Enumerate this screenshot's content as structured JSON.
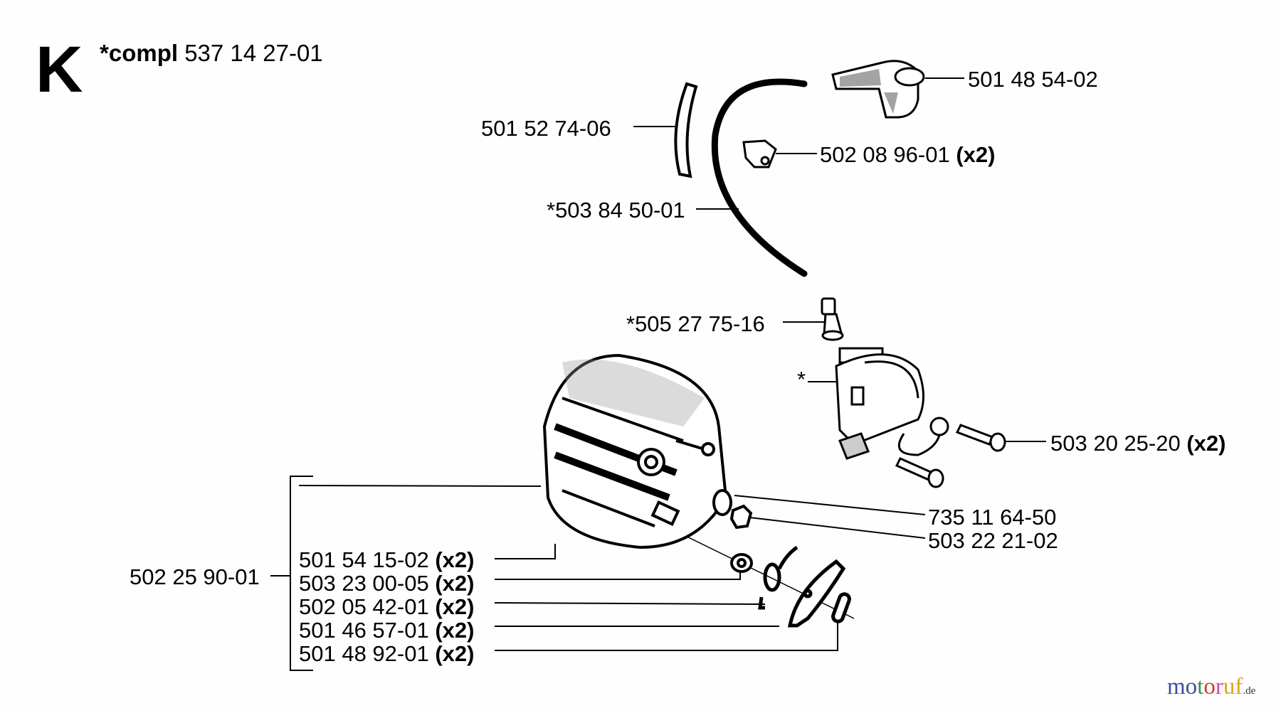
{
  "section": {
    "letter": "K"
  },
  "title": {
    "prefix": "*compl",
    "part_number": "537 14 27-01"
  },
  "parts": {
    "spark_plug_cap": {
      "number": "501 48 54-02",
      "qty": ""
    },
    "hose_sleeve": {
      "number": "501 52 74-06",
      "qty": ""
    },
    "clamp": {
      "number": "502 08 96-01",
      "qty": "(x2)"
    },
    "ignition_cable": {
      "number": "*503 84 50-01",
      "qty": ""
    },
    "terminal": {
      "number": "*505 27 75-16",
      "qty": ""
    },
    "ignition_module": {
      "number": "*",
      "qty": ""
    },
    "module_screw": {
      "number": "503 20 25-20",
      "qty": "(x2)"
    },
    "washer": {
      "number": "735 11 64-50",
      "qty": ""
    },
    "nut": {
      "number": "503 22 21-02",
      "qty": ""
    },
    "flywheel_assembly": {
      "number": "502 25 90-01",
      "qty": ""
    }
  },
  "flywheel_subparts": [
    {
      "number": "501 54 15-02",
      "qty": "(x2)"
    },
    {
      "number": "503 23 00-05",
      "qty": "(x2)"
    },
    {
      "number": "502 05 42-01",
      "qty": "(x2)"
    },
    {
      "number": "501 46 57-01",
      "qty": "(x2)"
    },
    {
      "number": "501 48 92-01",
      "qty": "(x2)"
    }
  ],
  "watermark": {
    "letters": [
      "m",
      "o",
      "t",
      "o",
      "r",
      "u",
      "f"
    ],
    "colors": [
      "#3b4fa0",
      "#3b4fa0",
      "#2e9a3a",
      "#d03a3a",
      "#d04a9a",
      "#e0a020",
      "#e0a020"
    ],
    "tld": ".de"
  }
}
